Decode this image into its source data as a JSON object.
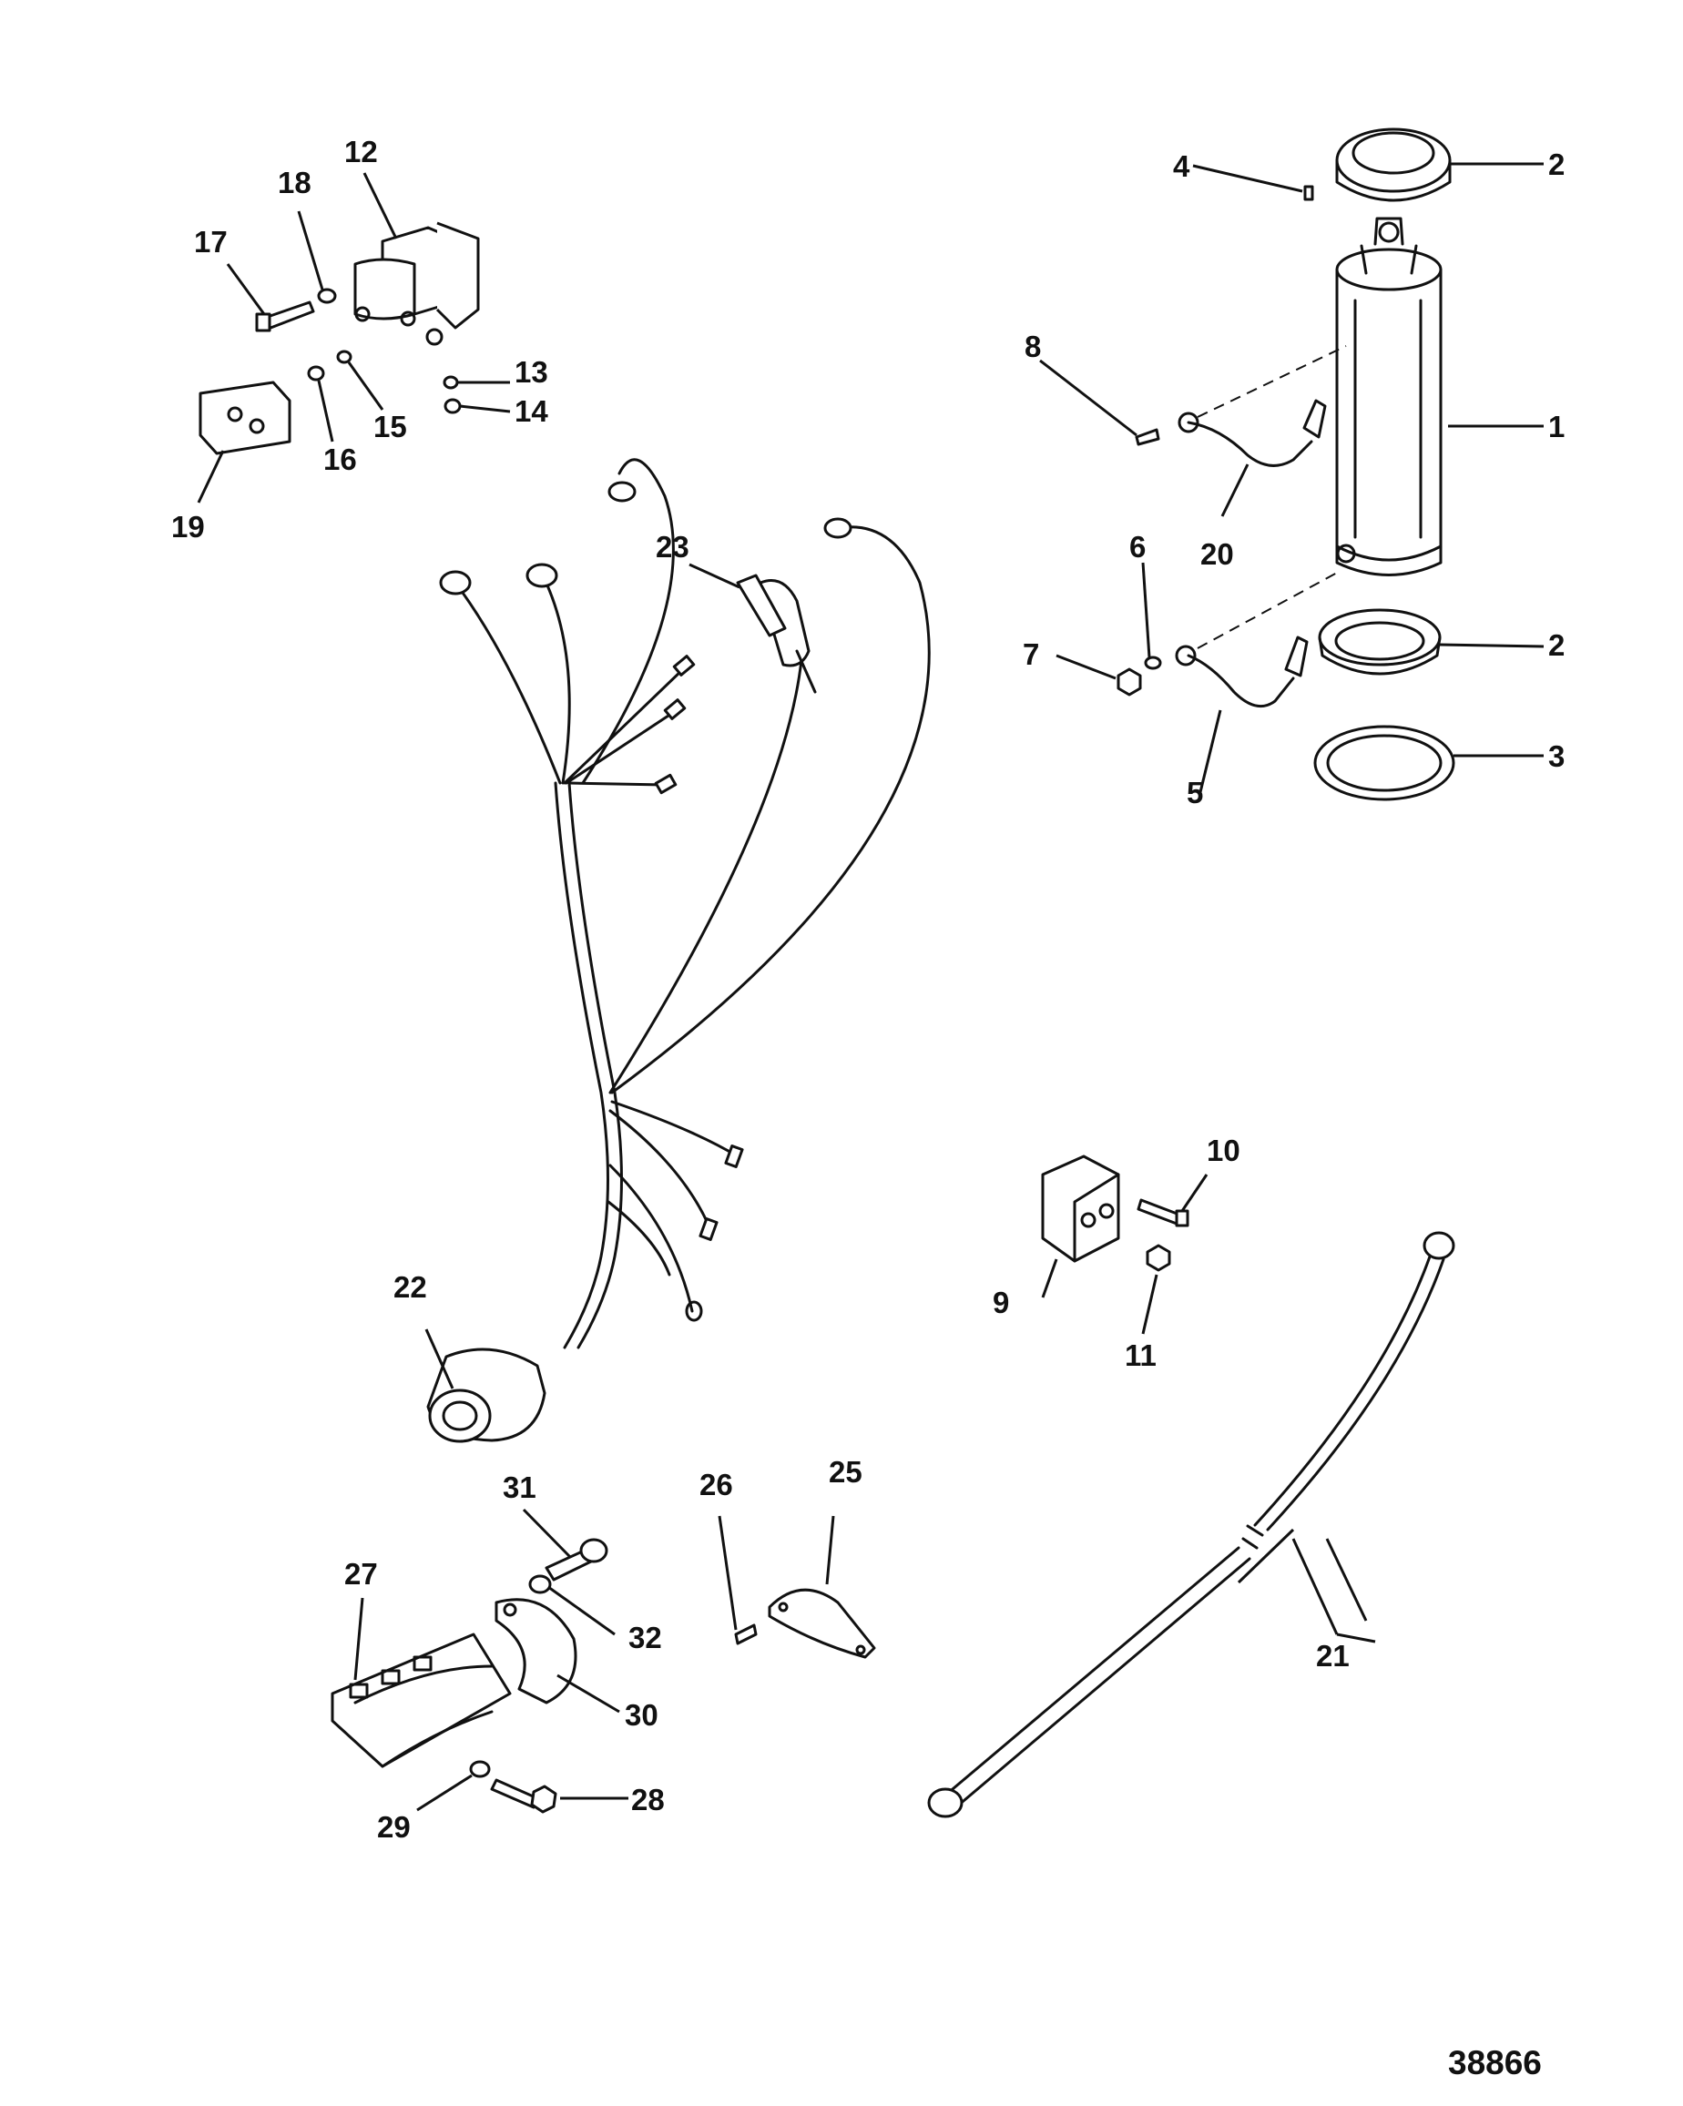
{
  "figure_number": "38866",
  "callouts": {
    "1": "1",
    "2": "2",
    "3": "3",
    "4": "4",
    "5": "5",
    "6": "6",
    "7": "7",
    "8": "8",
    "9": "9",
    "10": "10",
    "11": "11",
    "12": "12",
    "13": "13",
    "14": "14",
    "15": "15",
    "16": "16",
    "17": "17",
    "18": "18",
    "19": "19",
    "20": "20",
    "21": "21",
    "22": "22",
    "23": "23",
    "25": "25",
    "26": "26",
    "27": "27",
    "28": "28",
    "29": "29",
    "30": "30",
    "31": "31",
    "32": "32"
  }
}
